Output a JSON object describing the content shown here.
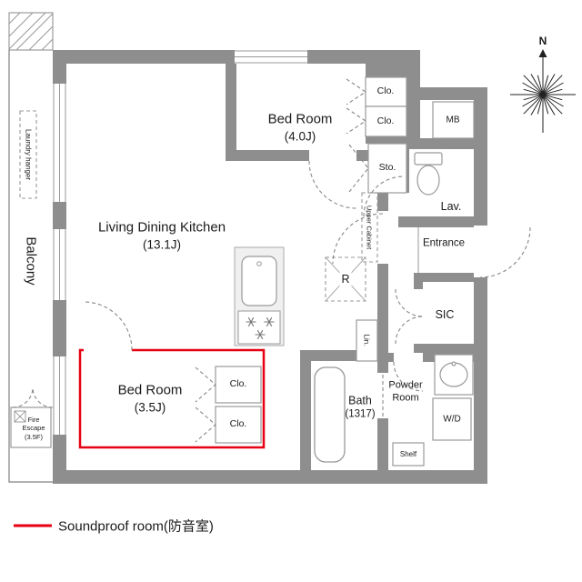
{
  "colors": {
    "wall": "#8e8e8e",
    "soundproof_red": "#e60012"
  },
  "compass": {
    "north_label": "N"
  },
  "balcony": {
    "label": "Balcony",
    "laundry_label": "Laundry hanger"
  },
  "fire_escape": {
    "line1": "Fire",
    "line2": "Escape",
    "line3": "(3.5F)"
  },
  "rooms": {
    "ldk": {
      "name": "Living Dining Kitchen",
      "size": "(13.1J)"
    },
    "bedroom_4j": {
      "name": "Bed Room",
      "size": "(4.0J)"
    },
    "bedroom_35j": {
      "name": "Bed Room",
      "size": "(3.5J)"
    },
    "bath": {
      "name": "Bath",
      "size": "(1317)"
    },
    "powder_room": {
      "line1": "Powder",
      "line2": "Room"
    },
    "lavatory": {
      "label": "Lav."
    },
    "entrance": {
      "label": "Entrance"
    },
    "sic": {
      "label": "SIC"
    }
  },
  "fixtures": {
    "closet": "Clo.",
    "meter_box": "MB",
    "storage": "Sto.",
    "upper_cabinet": "Upper Cabinet",
    "refrigerator": "R",
    "linen": "Lin.",
    "washer_dryer": "W/D",
    "shelf": "Shelf"
  },
  "legend": {
    "label": "Soundproof room(防音室)"
  }
}
